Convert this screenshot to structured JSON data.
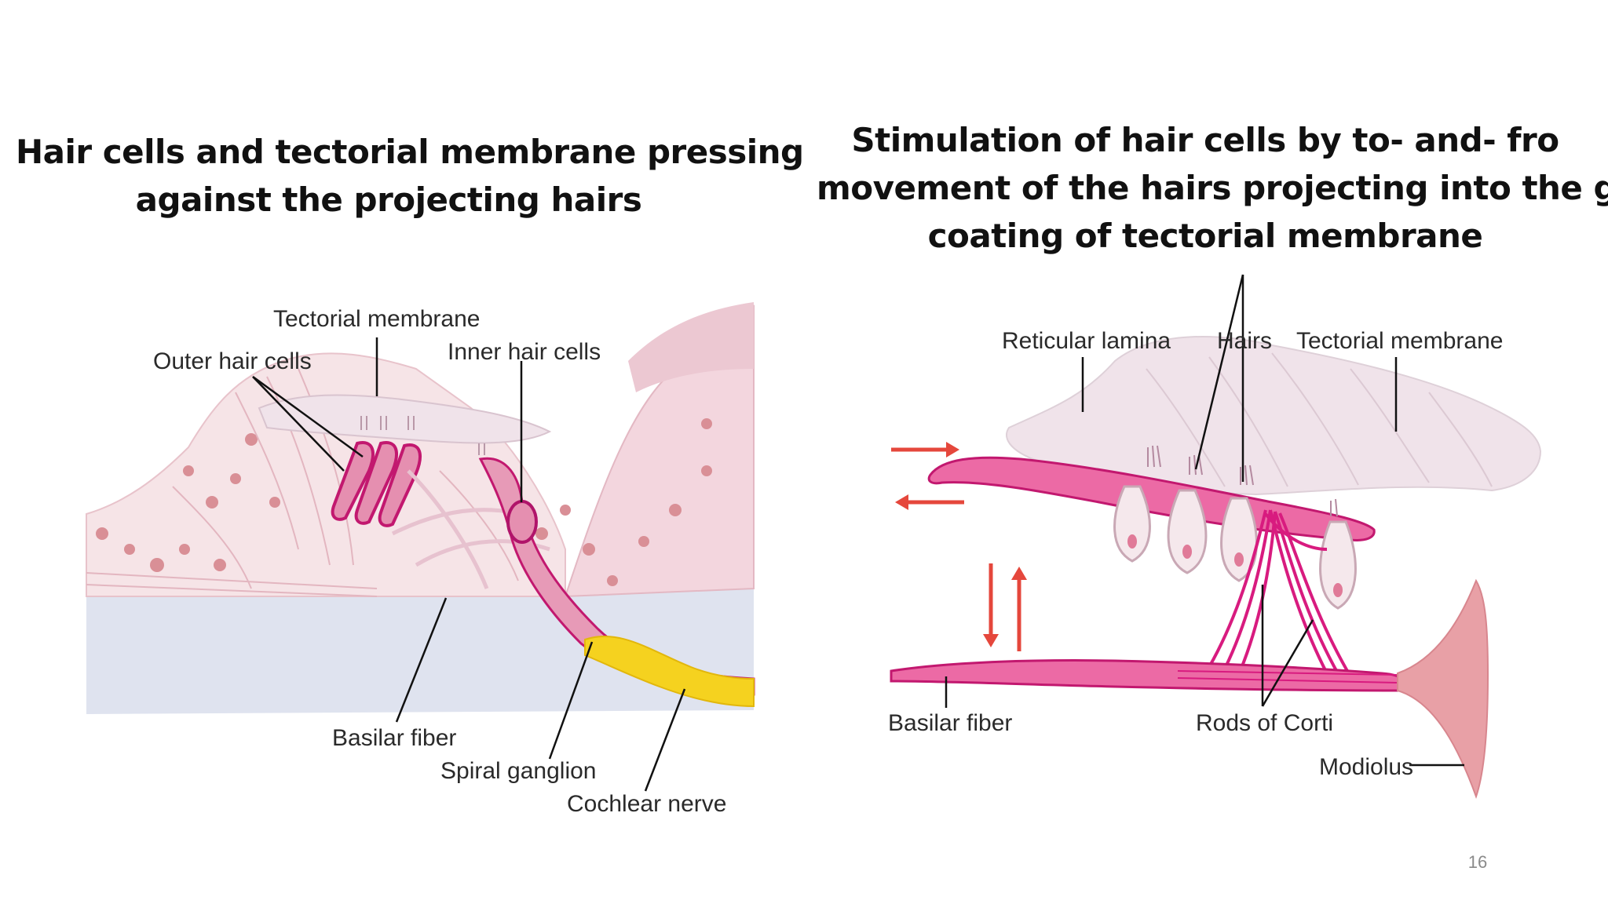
{
  "slide": {
    "left_title_lines": [
      "Hair cells and tectorial membrane pressing",
      "against the projecting hairs"
    ],
    "right_title_lines": [
      "Stimulation of hair cells by to- and- fro",
      "movement of the hairs projecting into the gel",
      "coating of tectorial membrane"
    ],
    "page_number": "16"
  },
  "left_figure": {
    "labels": {
      "tectorial_membrane": "Tectorial membrane",
      "outer_hair_cells": "Outer hair cells",
      "inner_hair_cells": "Inner hair cells",
      "basilar_fiber": "Basilar fiber",
      "spiral_ganglion": "Spiral ganglion",
      "cochlear_nerve": "Cochlear nerve"
    }
  },
  "right_figure": {
    "labels": {
      "reticular_lamina": "Reticular lamina",
      "hairs": "Hairs",
      "tectorial_membrane": "Tectorial membrane",
      "basilar_fiber": "Basilar fiber",
      "rods_of_corti": "Rods of Corti",
      "modiolus": "Modiolus"
    }
  },
  "colors": {
    "membrane": "#f0e3ea",
    "tissue": "#f6e4e7",
    "magenta": "#d81b7f",
    "pink_cell": "#e58fb0",
    "nerve_yellow": "#f5d21f",
    "basilar_blue": "#dfe3ef",
    "arrow_red": "#e5473c",
    "modiolus": "#e8a0a6"
  }
}
